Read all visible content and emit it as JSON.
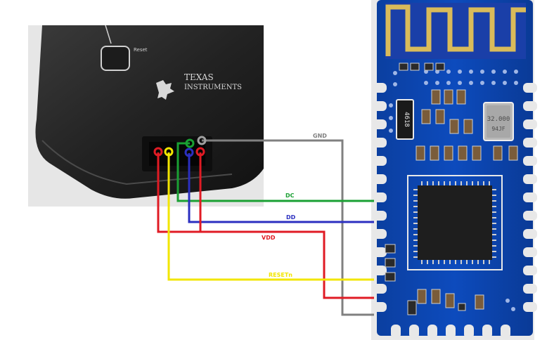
{
  "debugger": {
    "brand_line1": "TEXAS",
    "brand_line2": "INSTRUMENTS",
    "reset_label": "Reset"
  },
  "board": {
    "crystal_label": "32.000",
    "crystal_code": "94JF",
    "resistor_label": "4618"
  },
  "wires": [
    {
      "id": "gnd",
      "label": "GND",
      "color": "#808080"
    },
    {
      "id": "dc",
      "label": "DC",
      "color": "#1aa033"
    },
    {
      "id": "dd",
      "label": "DD",
      "color": "#2b2fc0"
    },
    {
      "id": "vdd",
      "label": "VDD",
      "color": "#e01b24"
    },
    {
      "id": "reset",
      "label": "RESETn",
      "color": "#f2e600"
    }
  ]
}
